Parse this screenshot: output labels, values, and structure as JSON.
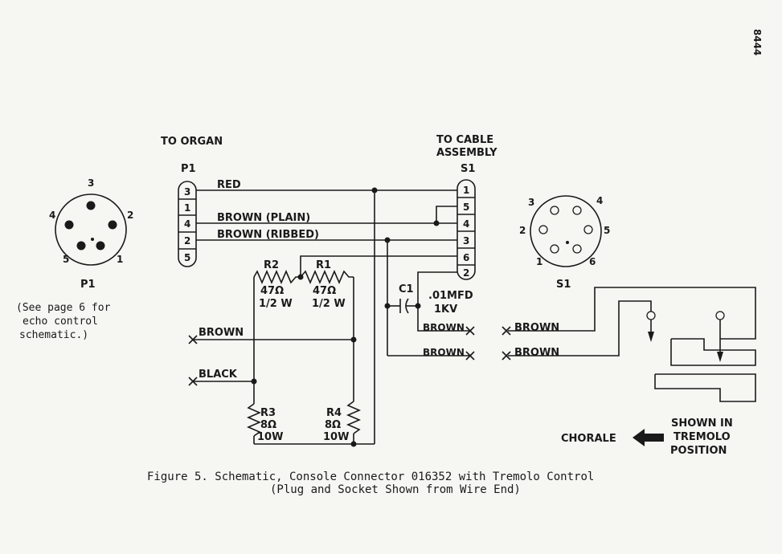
{
  "page_code": "8444",
  "headers": {
    "to_organ": "TO ORGAN",
    "to_cable_1": "TO CABLE",
    "to_cable_2": "ASSEMBLY"
  },
  "plug": {
    "name": "P1",
    "pins_order": [
      "3",
      "1",
      "4",
      "2",
      "5"
    ]
  },
  "socket": {
    "name": "S1",
    "pins_order": [
      "1",
      "5",
      "4",
      "3",
      "6",
      "2"
    ]
  },
  "plug_face": {
    "label": "P1",
    "pin_labels": [
      "3",
      "4",
      "2",
      "5",
      "1"
    ]
  },
  "socket_face": {
    "label": "S1",
    "pin_labels": [
      "3",
      "4",
      "2",
      "5",
      "1",
      "6"
    ]
  },
  "note_lines": [
    "(See page 6 for",
    "echo control",
    "schematic.)"
  ],
  "wires": {
    "red": "RED",
    "brown_plain": "BROWN (PLAIN)",
    "brown_ribbed": "BROWN (RIBBED)",
    "brown_left": "BROWN",
    "black_left": "BLACK",
    "brown_c1": "BROWN",
    "brown_low": "BROWN",
    "brown_right_1": "BROWN",
    "brown_right_2": "BROWN"
  },
  "components": {
    "r2": {
      "name": "R2",
      "value": "47Ω",
      "rating": "1/2 W"
    },
    "r1": {
      "name": "R1",
      "value": "47Ω",
      "rating": "1/2 W"
    },
    "r3": {
      "name": "R3",
      "value": "8Ω",
      "rating": "10W"
    },
    "r4": {
      "name": "R4",
      "value": "8Ω",
      "rating": "10W"
    },
    "c1": {
      "name": "C1",
      "value": ".01MFD",
      "rating": "1KV"
    }
  },
  "switch": {
    "chorale": "CHORALE",
    "shown_1": "SHOWN IN",
    "shown_2": "TREMOLO",
    "shown_3": "POSITION"
  },
  "caption": {
    "line1": "Figure 5.  Schematic, Console Connector 016352 with Tremolo Control",
    "line2": "(Plug and Socket Shown from Wire End)"
  }
}
